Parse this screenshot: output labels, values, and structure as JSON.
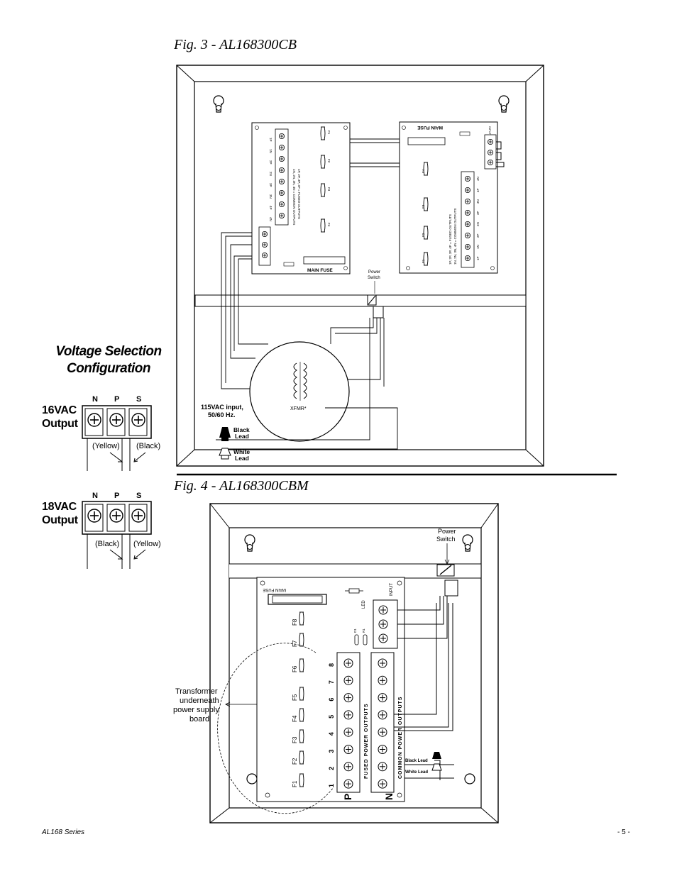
{
  "fig3": {
    "title": "Fig. 3 - AL168300CB"
  },
  "fig4": {
    "title": "Fig. 4 - AL168300CBM"
  },
  "voltage": {
    "title_line1": "Voltage Selection",
    "title_line2": "Configuration",
    "out16": {
      "label_line1": "16VAC",
      "label_line2": "Output",
      "left_wire": "(Yellow)",
      "right_wire": "(Black)"
    },
    "out18": {
      "label_line1": "18VAC",
      "label_line2": "Output",
      "left_wire": "(Black)",
      "right_wire": "(Yellow)"
    },
    "terminals": [
      "N",
      "P",
      "S"
    ]
  },
  "fig3_labels": {
    "power_switch": [
      "Power",
      "Switch"
    ],
    "input": [
      "115VAC input,",
      "50/60 Hz."
    ],
    "black_lead": [
      "Black",
      "Lead"
    ],
    "white_lead": [
      "White",
      "Lead"
    ],
    "xfmr": "XFMR*",
    "main_fuse": "MAIN FUSE",
    "main_fuse_inv": "MAIN FUSE",
    "fused_outputs_note": "1P, 2P, 3P, 4P = FUSED OUTPUTS",
    "common_outputs_note": "1N, 2N, 3N, 4N = COMMON OUTPUTS",
    "left_terms": [
      "1P",
      "1N",
      "2P",
      "2N",
      "3P",
      "3N",
      "4P",
      "4N"
    ],
    "right_terms": [
      "4N",
      "4P",
      "3N",
      "3P",
      "2N",
      "2P",
      "1N",
      "1P"
    ],
    "fuses": [
      "F1",
      "F2",
      "F3",
      "F4"
    ],
    "input_label": "INPUT"
  },
  "fig4_labels": {
    "power_switch": [
      "Power",
      "Switch"
    ],
    "transformer": [
      "Transformer",
      "underneath",
      "power supply",
      "board"
    ],
    "main_fuse": "MAIN FUSE",
    "led": "LED",
    "input": "INPUT",
    "fuses": [
      "F1",
      "F2",
      "F3",
      "F4",
      "F5",
      "F6",
      "F7",
      "F8"
    ],
    "output_numbers": [
      "1",
      "2",
      "3",
      "4",
      "5",
      "6",
      "7",
      "8"
    ],
    "fused_power_outputs": "FUSED   POWER   OUTPUTS",
    "common_power_outputs": "COMMON   POWER   OUTPUTS",
    "p_label": "P",
    "n_label": "N",
    "black_lead": "Black Lead",
    "white_lead": "White Lead",
    "d1": "D1",
    "r1": "R1"
  },
  "footer": {
    "left": "AL168 Series",
    "right": "- 5 -"
  }
}
